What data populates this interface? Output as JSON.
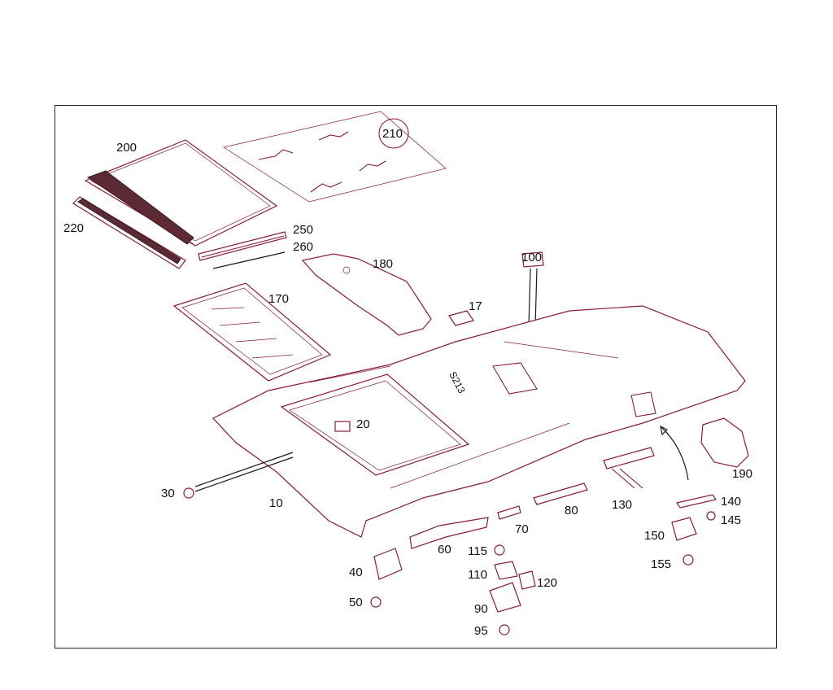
{
  "labels": {
    "p200": "200",
    "p210": "210",
    "p220": "220",
    "p250": "250",
    "p260": "260",
    "p180": "180",
    "p100": "100",
    "p170": "170",
    "p17": "17",
    "p20": "20",
    "p30": "30",
    "p10": "10",
    "p190": "190",
    "p130": "130",
    "p140": "140",
    "p145": "145",
    "p150": "150",
    "p155": "155",
    "p80": "80",
    "p70": "70",
    "p60": "60",
    "p40": "40",
    "p50": "50",
    "p115": "115",
    "p110": "110",
    "p120": "120",
    "p90": "90",
    "p95": "95"
  },
  "headliner_text": "S213",
  "colors": {
    "line": "#8b1a35",
    "frame": "#3a1a22",
    "text": "#111111"
  }
}
